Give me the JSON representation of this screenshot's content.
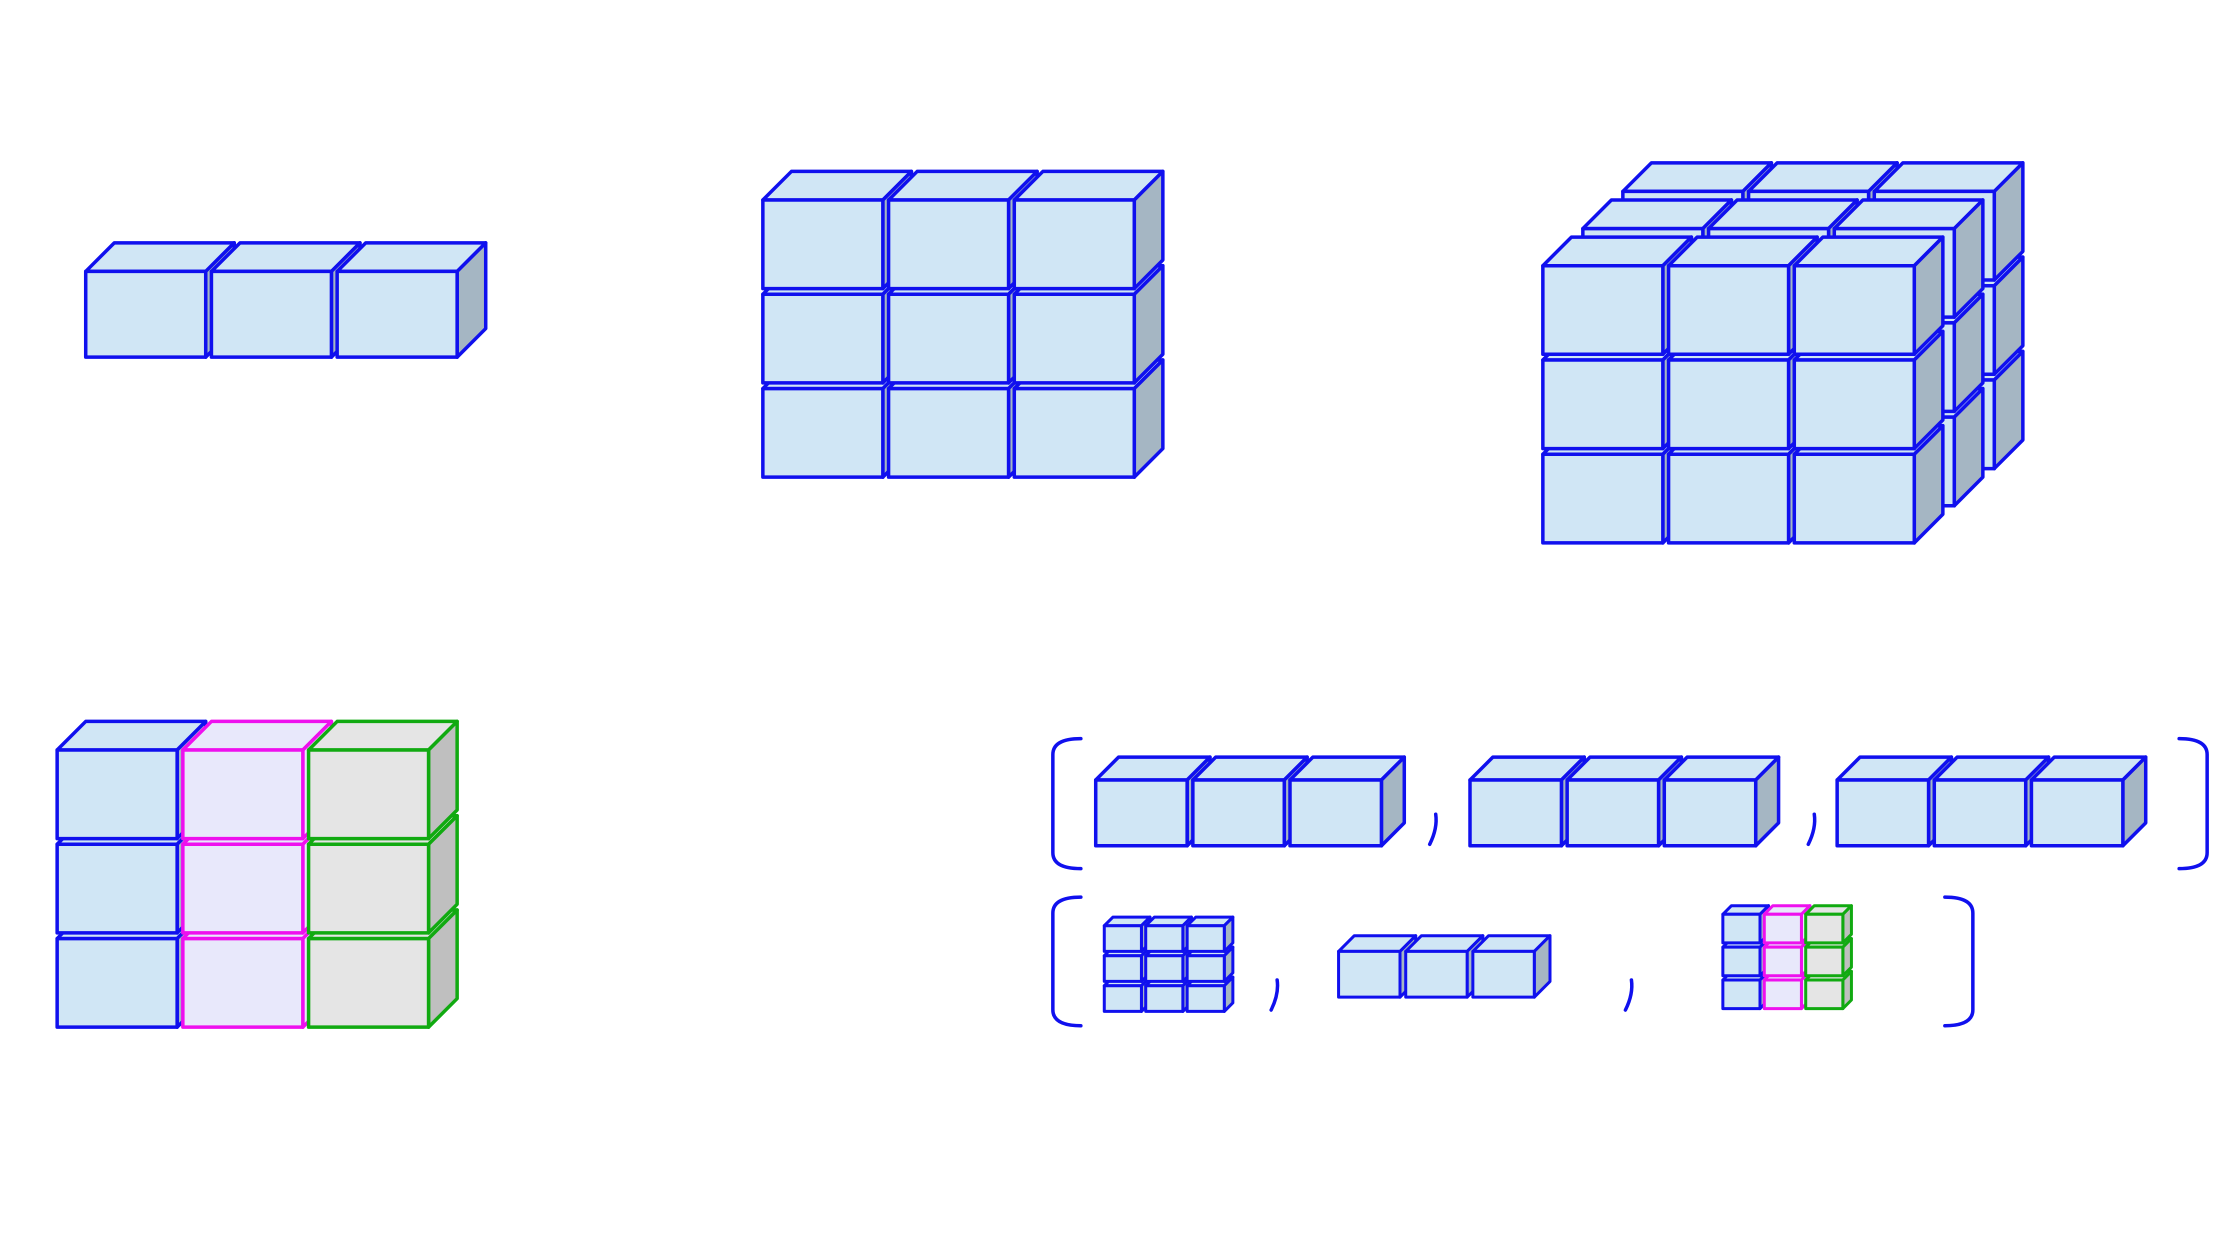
{
  "colors": {
    "blue_stroke": "#1010ee",
    "blue_front": "#d0e6f5",
    "blue_top": "#d0e6f5",
    "blue_side": "#a5b6c3",
    "magenta_stroke": "#ee10ee",
    "magenta_fill": "#e8e8fb",
    "green_stroke": "#11aa11",
    "green_fill": "#e5e5e5",
    "green_side": "#bfbfbf",
    "background": "#ffffff"
  },
  "figures": [
    {
      "name": "row-of-cubes",
      "cols": 3,
      "rows": 1,
      "layers": 1
    },
    {
      "name": "grid-of-cubes",
      "cols": 3,
      "rows": 3,
      "layers": 1
    },
    {
      "name": "block-of-cubes",
      "cols": 3,
      "rows": 3,
      "layers": 3
    },
    {
      "name": "colored-grid-of-cubes",
      "cols": 3,
      "rows": 3,
      "layers": 1,
      "column_colors": [
        "blue",
        "magenta",
        "green"
      ]
    }
  ],
  "list_1": {
    "items": [
      {
        "name": "row-1",
        "cols": 3,
        "rows": 1
      },
      {
        "name": "row-2",
        "cols": 3,
        "rows": 1
      },
      {
        "name": "row-3",
        "cols": 3,
        "rows": 1
      }
    ],
    "separator": ","
  },
  "list_2": {
    "items": [
      {
        "name": "small-grid",
        "cols": 3,
        "rows": 3
      },
      {
        "name": "small-row",
        "cols": 3,
        "rows": 1
      },
      {
        "name": "small-colored-grid",
        "cols": 3,
        "rows": 3,
        "column_colors": [
          "blue",
          "magenta",
          "green"
        ]
      }
    ],
    "separator": ","
  }
}
